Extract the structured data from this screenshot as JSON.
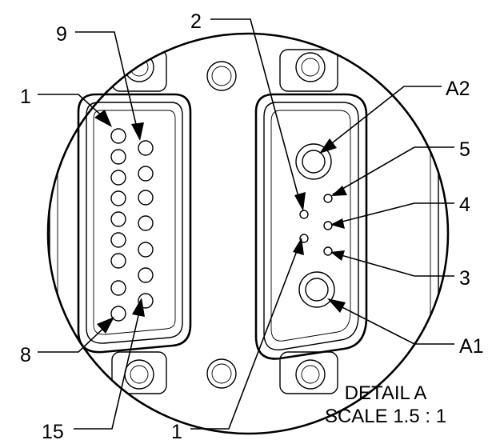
{
  "labels": {
    "top_left_9": "9",
    "left_1": "1",
    "left_8": "8",
    "bottom_15": "15",
    "top_2": "2",
    "bottom_1": "1",
    "right_A2": "A2",
    "right_5": "5",
    "right_4": "4",
    "right_3": "3",
    "right_A1": "A1"
  },
  "caption": {
    "line1": "DETAIL A",
    "line2": "SCALE 1.5 : 1"
  }
}
